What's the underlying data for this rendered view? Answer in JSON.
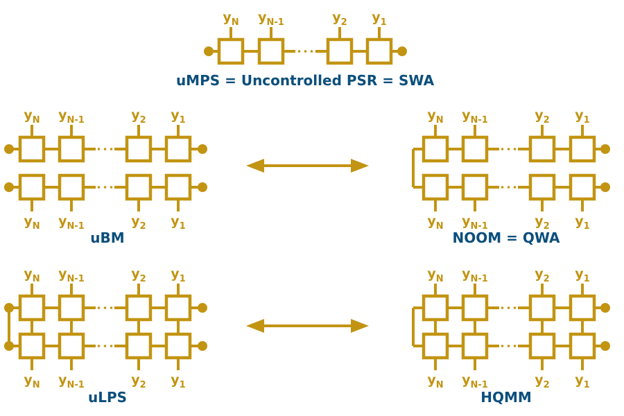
{
  "colors": {
    "wire": "#c29412",
    "title": "#0b4f7c",
    "background": "#ffffff"
  },
  "labels": {
    "site_labels": [
      {
        "base": "y",
        "sub": "N"
      },
      {
        "base": "y",
        "sub": "N-1"
      },
      {
        "base": "y",
        "sub": "2"
      },
      {
        "base": "y",
        "sub": "1"
      }
    ],
    "ellipsis": "···"
  },
  "diagrams": [
    {
      "id": "umps",
      "title": "uMPS = Uncontrolled PSR = SWA",
      "rows": 1,
      "left_end": "dot",
      "right_end": "dot",
      "vertical_links": false
    },
    {
      "id": "ubm",
      "title": "uBM",
      "rows": 2,
      "left_end": "dot",
      "right_end": "dot",
      "vertical_links": false
    },
    {
      "id": "noom",
      "title": "NOOM = QWA",
      "rows": 2,
      "left_end": "bracket",
      "right_end": "dot",
      "vertical_links": false
    },
    {
      "id": "ulps",
      "title": "uLPS",
      "rows": 2,
      "left_end": "dot-bracket",
      "right_end": "dot",
      "vertical_links": true
    },
    {
      "id": "hqmm",
      "title": "HQMM",
      "rows": 2,
      "left_end": "bracket",
      "right_end": "dot",
      "vertical_links": true
    }
  ],
  "arrows": [
    {
      "name": "equivalence-arrow-ubm-noom",
      "meaning": "bidirectional"
    },
    {
      "name": "equivalence-arrow-ulps-hqmm",
      "meaning": "bidirectional"
    }
  ]
}
